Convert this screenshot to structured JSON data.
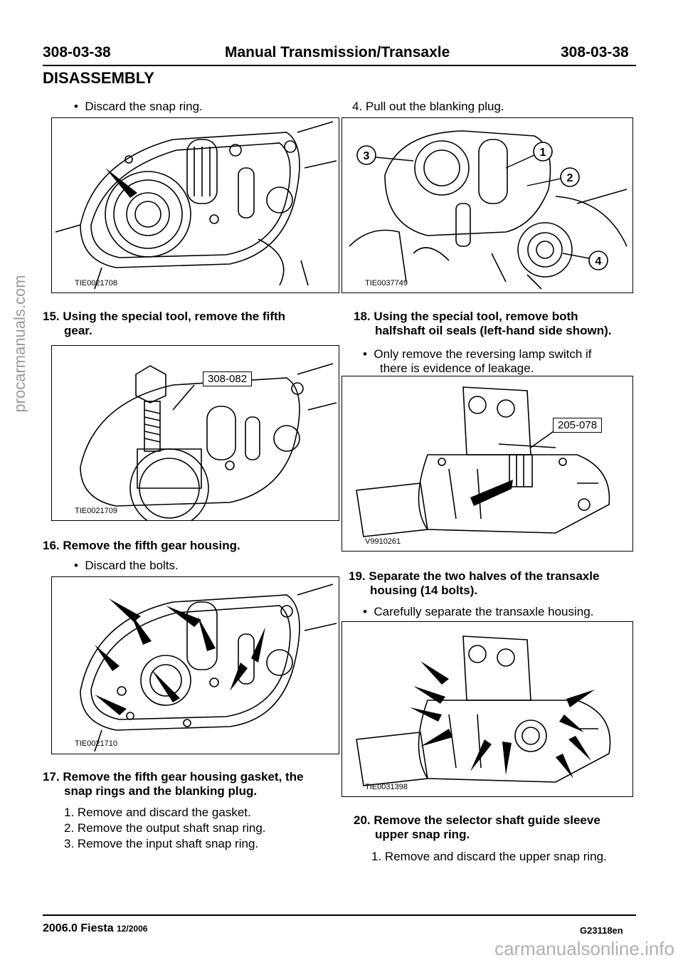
{
  "header": {
    "left_code": "308-03-38",
    "title": "Manual Transmission/Transaxle",
    "right_code": "308-03-38"
  },
  "section_title": "DISASSEMBLY",
  "left_column": {
    "bullet_top": "Discard the snap ring.",
    "figure1_id": "TIE0021708",
    "step15": {
      "number": "15.",
      "line1": "Using the special tool, remove the fifth",
      "line2": "gear."
    },
    "figure2_id": "TIE0021709",
    "figure2_tool": "308-082",
    "step16": {
      "number": "16.",
      "text": "Remove the fifth gear housing."
    },
    "bullet16": "Discard the bolts.",
    "figure3_id": "TIE0021710",
    "step17": {
      "number": "17.",
      "line1": "Remove the fifth gear housing gasket, the",
      "line2": "snap rings and the blanking plug."
    },
    "sub17": [
      {
        "n": "1.",
        "text": "Remove and discard the gasket."
      },
      {
        "n": "2.",
        "text": "Remove the output shaft snap ring."
      },
      {
        "n": "3.",
        "text": "Remove the input shaft snap ring."
      }
    ]
  },
  "right_column": {
    "sub4": {
      "n": "4.",
      "text": "Pull out the blanking plug."
    },
    "figure4_id": "TIE0037749",
    "figure4_callouts": [
      "1",
      "2",
      "3",
      "4"
    ],
    "step18": {
      "number": "18.",
      "line1": "Using the special tool, remove both",
      "line2": "halfshaft oil seals (left-hand side shown)."
    },
    "bullet18_line1": "Only remove the reversing lamp switch if",
    "bullet18_line2": "there is evidence of leakage.",
    "figure5_id": "V9910261",
    "figure5_tool": "205-078",
    "step19": {
      "number": "19.",
      "line1": "Separate the two halves of the transaxle",
      "line2": "housing (14 bolts)."
    },
    "bullet19": "Carefully separate the transaxle housing.",
    "figure6_id": "TIE0031398",
    "step20": {
      "number": "20.",
      "line1": "Remove the selector shaft guide sleeve",
      "line2": "upper snap ring."
    },
    "sub20": {
      "n": "1.",
      "text": "Remove and discard the upper snap ring."
    }
  },
  "footer": {
    "model": "2006.0 Fiesta",
    "date": "12/2006",
    "code": "G23118en"
  },
  "watermarks": {
    "left": "procarmanuals.com",
    "bottom": "carmanualsonline.info"
  }
}
